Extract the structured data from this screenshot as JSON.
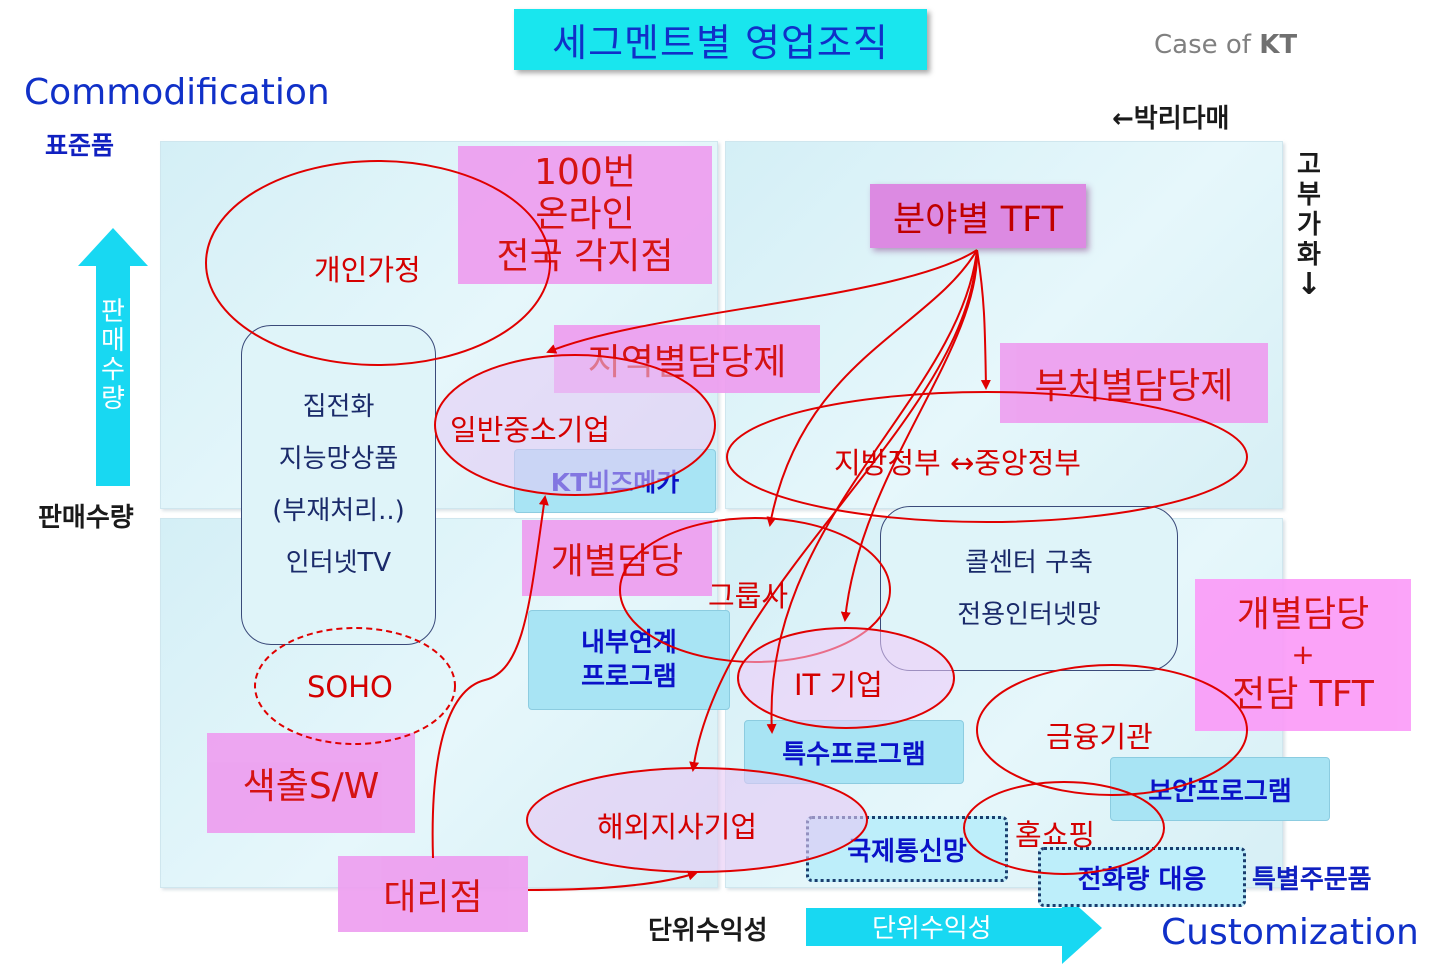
{
  "title": "세그멘트별 영업조직",
  "case_label": {
    "prefix": "Case of ",
    "company": "KT"
  },
  "axes": {
    "top_left_en": "Commodification",
    "top_left_ko": "표준품",
    "bottom_right_en": "Customization",
    "bottom_right_ko": "특별주문품",
    "vertical_arrow_text": "판매수량",
    "vertical_axis_label": "판매수량",
    "horizontal_arrow_text": "단위수익성",
    "horizontal_axis_label": "단위수익성",
    "top_right_arrow": "←박리다매",
    "right_vertical": [
      "고",
      "부",
      "가",
      "화",
      "↓"
    ]
  },
  "sales_orgs": {
    "channel_100": [
      "100번",
      "온라인",
      "전국 각지점"
    ],
    "field_tft": "분야별 TFT",
    "regional": "지역별담당제",
    "department": "부처별담당제",
    "individual_mid": "개별담당",
    "individual_right": [
      "개별담당",
      "+",
      "전담 TFT"
    ],
    "colored_sw": "색출S/W",
    "agency": "대리점"
  },
  "segments": {
    "household": "개인가정",
    "sme": "일반중소기업",
    "soho": "SOHO",
    "government": "지방정부 ↔중앙정부",
    "group": "그룹사",
    "it": "IT 기업",
    "finance": "금융기관",
    "overseas": "해외지사기업",
    "homeshopping": "홈쇼핑"
  },
  "products": {
    "basic": [
      "집전화",
      "지능망상품",
      "(부재처리..)",
      "인터넷TV"
    ],
    "call_center": [
      "콜센터 구축",
      "전용인터넷망"
    ]
  },
  "programs": {
    "bizmeka": "KT비즈메카",
    "internal": [
      "내부연계",
      "프로그램"
    ],
    "special": "특수프로그램",
    "security": "보안프로그램",
    "intl_network": "국제통신망",
    "call_volume": "전화량 대응"
  },
  "colors": {
    "red": "#d40000",
    "blue": "#1030c8",
    "cyan_arrow": "#18d8f2",
    "title_bg": "#19e6ee",
    "pink": "#ee9ef0"
  }
}
